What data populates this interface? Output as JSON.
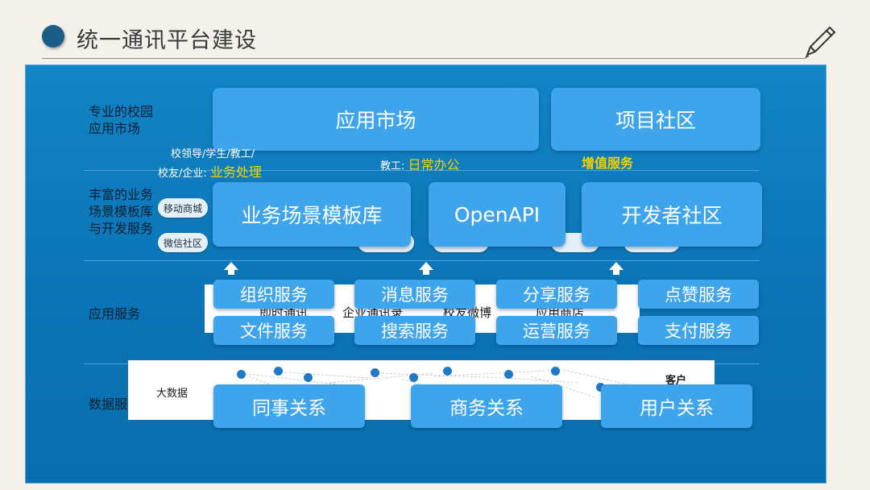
{
  "header": {
    "title": "统一通讯平台建设"
  },
  "rows": {
    "market": {
      "label_line1": "专业的校园",
      "label_line2": "应用市场",
      "tile_left": "应用市场",
      "tile_right": "项目社区",
      "note_line1": "校领导/学生/教工/",
      "note_line2_prefix": "校友/企业:",
      "note_line2_highlight": "业务处理",
      "note_mid_prefix": "教工:",
      "note_mid_highlight": "日常办公",
      "note_right_highlight": "增值服务"
    },
    "scenes": {
      "label_line1": "丰富的业务",
      "label_line2": "场景模板库",
      "label_line3": "与开发服务",
      "tile_left": "业务场景模板库",
      "tile_mid": "OpenAPI",
      "tile_right": "开发者社区",
      "cloud_1": "移动商城",
      "cloud_2": "微信社区"
    },
    "services": {
      "label": "应用服务",
      "tiles": [
        "组织服务",
        "消息服务",
        "分享服务",
        "点赞服务",
        "文件服务",
        "搜索服务",
        "运营服务",
        "支付服务"
      ],
      "behind": [
        "即时通讯",
        "企业通讯录",
        "校友微博",
        "应用商店"
      ]
    },
    "data": {
      "label": "数据服务",
      "strip_left": "大数据",
      "strip_right": "客户",
      "tiles": [
        "同事关系",
        "商务关系",
        "用户关系"
      ]
    }
  },
  "colors": {
    "panel": "#0b74b6",
    "tile": "#3ea5ec",
    "highlight": "#f3d400",
    "title_dot": "#1b5d86"
  }
}
